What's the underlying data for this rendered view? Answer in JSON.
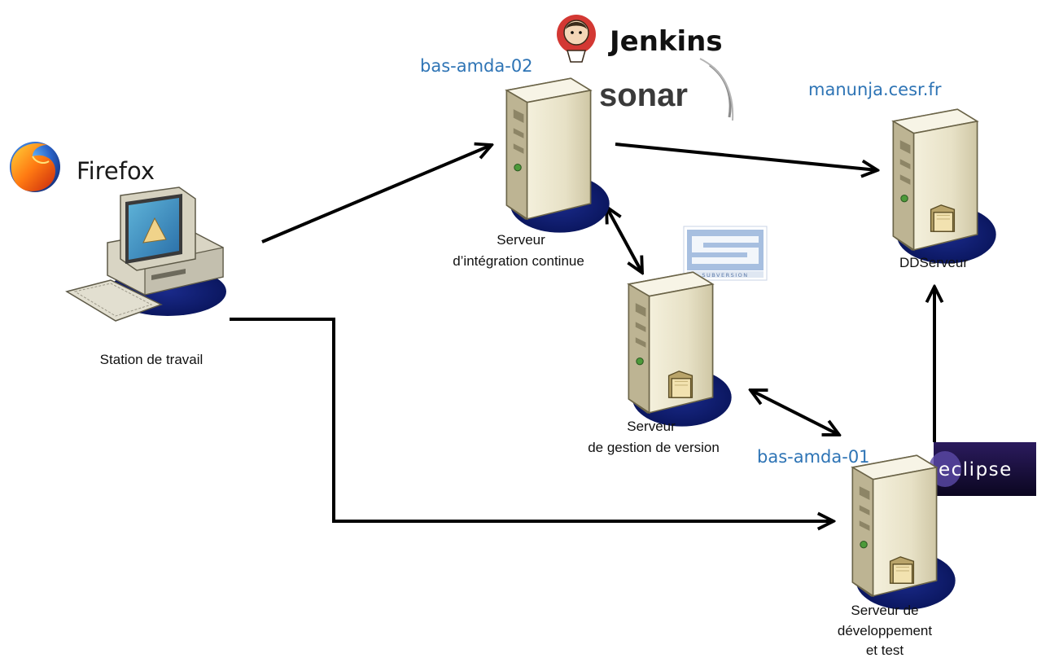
{
  "colors": {
    "hostname": "#2e74b5",
    "caption": "#111111",
    "arrow": "#000000",
    "server_body": "#ece7cf",
    "shadow": "#0b1760"
  },
  "workstation": {
    "label": "Station de travail",
    "browser_label": "Firefox",
    "browser_icon": "firefox-icon"
  },
  "ci_server": {
    "hostname": "bas-amda-02",
    "label_lines": [
      "Serveur",
      "d’intégration continue"
    ],
    "tools": [
      "Jenkins",
      "sonar"
    ]
  },
  "dd_server": {
    "hostname": "manunja.cesr.fr",
    "label": "DDServeur"
  },
  "vcs_server": {
    "label_lines": [
      "Serveur",
      "de gestion de version"
    ],
    "logo_text": "SUBVERSION"
  },
  "dev_server": {
    "hostname": "bas-amda-01",
    "label_lines": [
      "Serveur de",
      "développement",
      "et test"
    ],
    "tool": "eclipse"
  },
  "connections": [
    {
      "from": "workstation",
      "to": "ci_server",
      "direction": "one-way"
    },
    {
      "from": "ci_server",
      "to": "dd_server",
      "direction": "one-way"
    },
    {
      "from": "ci_server",
      "to": "vcs_server",
      "direction": "two-way"
    },
    {
      "from": "vcs_server",
      "to": "dev_server",
      "direction": "two-way"
    },
    {
      "from": "workstation",
      "to": "dev_server",
      "direction": "one-way"
    },
    {
      "from": "dev_server",
      "to": "dd_server",
      "direction": "one-way"
    }
  ]
}
